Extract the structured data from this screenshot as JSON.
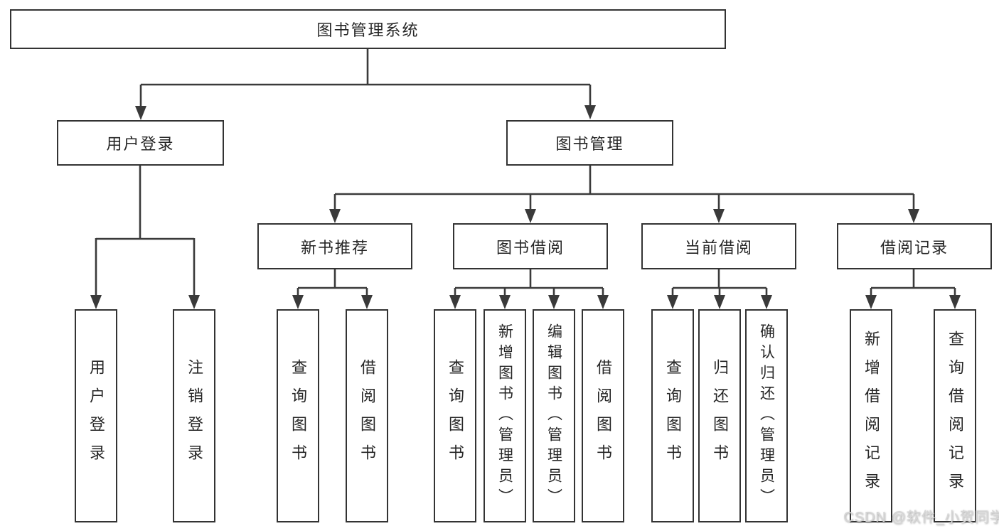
{
  "tree": {
    "root": "图书管理系统",
    "user_login": {
      "label": "用户登录",
      "children": [
        "用户登录",
        "注销登录"
      ]
    },
    "book_management": {
      "label": "图书管理",
      "sections": [
        {
          "label": "新书推荐",
          "children": [
            "查询图书",
            "借阅图书"
          ]
        },
        {
          "label": "图书借阅",
          "children": [
            "查询图书",
            "新增图书（管理员）",
            "编辑图书（管理员）",
            "借阅图书"
          ]
        },
        {
          "label": "当前借阅",
          "children": [
            "查询图书",
            "归还图书",
            "确认归还（管理员）"
          ]
        },
        {
          "label": "借阅记录",
          "children": [
            "新增借阅记录",
            "查询借阅记录"
          ]
        }
      ]
    }
  },
  "watermark": "CSDN @软件_小贺同学"
}
